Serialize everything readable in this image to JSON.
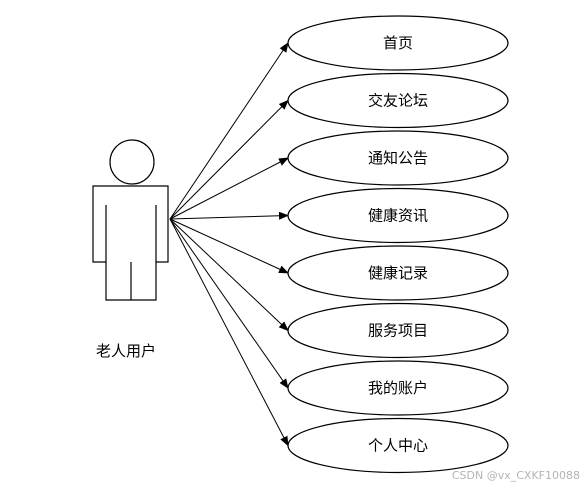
{
  "actor": {
    "label": "老人用户"
  },
  "use_cases": [
    {
      "id": "home",
      "label": "首页"
    },
    {
      "id": "forum",
      "label": "交友论坛"
    },
    {
      "id": "notice",
      "label": "通知公告"
    },
    {
      "id": "health-info",
      "label": "健康资讯"
    },
    {
      "id": "health-record",
      "label": "健康记录"
    },
    {
      "id": "service",
      "label": "服务项目"
    },
    {
      "id": "account",
      "label": "我的账户"
    },
    {
      "id": "profile",
      "label": "个人中心"
    }
  ],
  "watermark": "CSDN @vx_CXKF10088"
}
